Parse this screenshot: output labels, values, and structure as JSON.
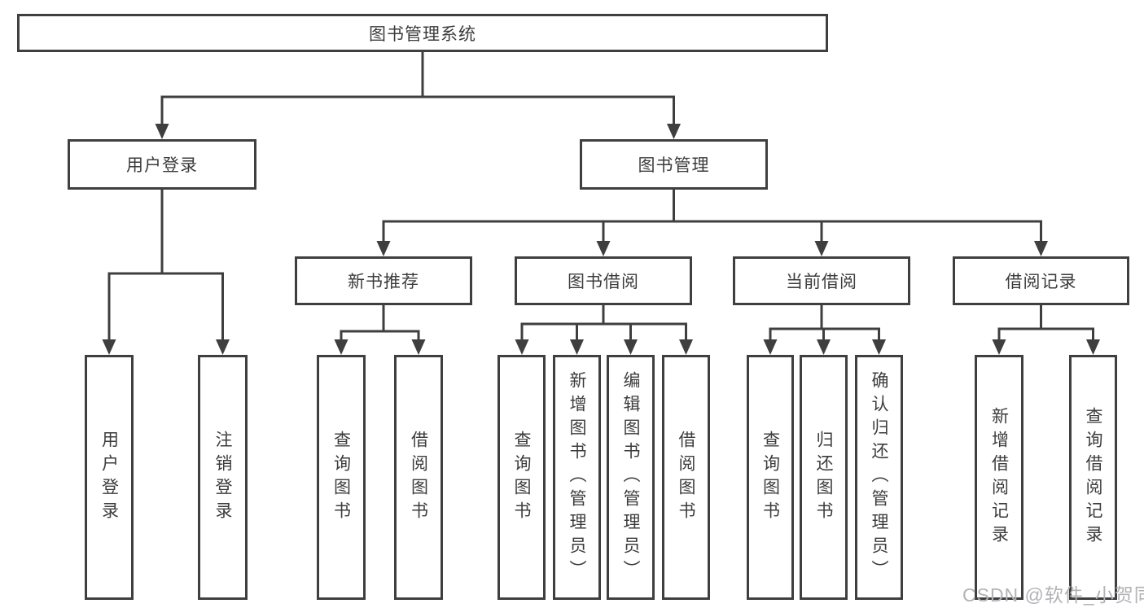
{
  "diagram": {
    "root": "图书管理系统",
    "branches": {
      "user": {
        "label": "用户登录",
        "children": [
          "用户登录",
          "注销登录"
        ]
      },
      "books": {
        "label": "图书管理",
        "sections": [
          {
            "label": "新书推荐",
            "children": [
              "查询图书",
              "借阅图书"
            ]
          },
          {
            "label": "图书借阅",
            "children": [
              "查询图书",
              "新增图书（管理员）",
              "编辑图书（管理员）",
              "借阅图书"
            ]
          },
          {
            "label": "当前借阅",
            "children": [
              "查询图书",
              "归还图书",
              "确认归还（管理员）"
            ]
          },
          {
            "label": "借阅记录",
            "children": [
              "新增借阅记录",
              "查询借阅记录"
            ]
          }
        ]
      }
    }
  },
  "watermark": "CSDN @软件_小贺同学",
  "colors": {
    "line": "#3f3f3f",
    "text": "#3c3c3c",
    "watermark": "#b3b3b7"
  }
}
